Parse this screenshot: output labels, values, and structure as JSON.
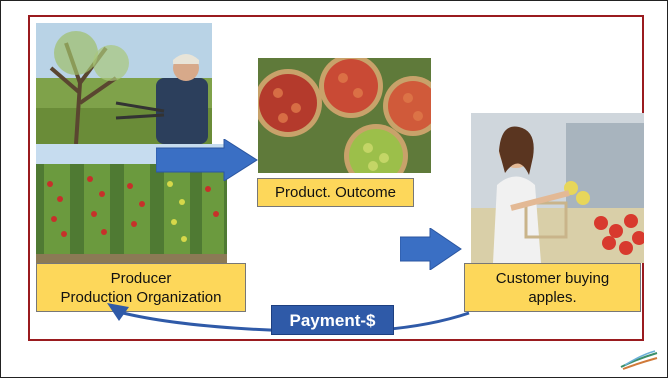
{
  "diagram": {
    "product_label": "Product. Outcome",
    "producer_label_line1": "Producer",
    "producer_label_line2": "Production Organization",
    "customer_label_line1": "Customer buying",
    "customer_label_line2": "apples.",
    "payment_label": "Payment-$"
  },
  "colors": {
    "frame": "#9a1b1f",
    "label_fill": "#fdd75a",
    "arrow_blue": "#3a6fc4",
    "payment_fill": "#2f5aa8"
  },
  "icons": {
    "logo": "orchard-logo-icon"
  }
}
